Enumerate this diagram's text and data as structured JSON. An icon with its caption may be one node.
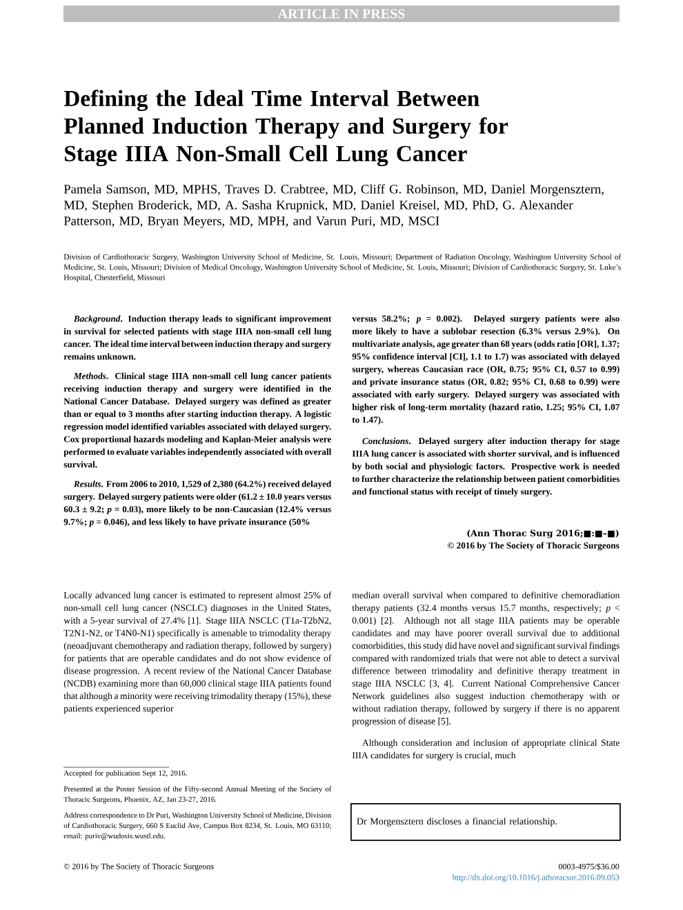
{
  "diagram": {
    "title": "Defining the Ideal Time Interval Between Planned Induction Therapy and Surgery for Stage IIIA Non-Small Cell Lung Cancer",
    "nodes": [
      {
        "text": [
          "Dr Morgensztern discloses a financial relationship."
        ]
      }
    ],
    "labels": [
      "ARTICLE IN PRESS",
      "Pamela Samson, MD, MPHS, Traves D. Crabtree, MD, Cliff G. Robinson, MD, Daniel Morgensztern, MD, Stephen Broderick, MD, A. Sasha Krupnick, MD, Daniel Kreisel, MD, PhD, G. Alexander Patterson, MD, Bryan Meyers, MD, MPH, and Varun Puri, MD, MSCI",
      "Division of Cardiothoracic Surgery, Washington University School of Medicine, St. Louis, Missouri; Department of Radiation Oncology, Washington University School of Medicine, St. Louis, Missouri; Division of Medical Oncology, Washington University School of Medicine, St. Louis, Missouri; Division of Cardiothoracic Surgery, St. Luke’s Hospital, Chesterfield, Missouri",
      "*Background*. Induction therapy leads to significant improvement in survival for selected patients with stage IIIA non-small cell lung cancer. The ideal time interval between induction therapy and surgery remains unknown.",
      "*Methods*. Clinical stage IIIA non-small cell lung cancer patients receiving induction therapy and surgery were identified in the National Cancer Database. Delayed surgery was defined as greater than or equal to 3 months after starting induction therapy. A logistic regression model identified variables associated with delayed surgery. Cox proportional hazards modeling and Kaplan-Meier analysis were performed to evaluate variables independently associated with overall survival.",
      "*Results*. From 2006 to 2010, 1,529 of 2,380 (64.2%) received delayed surgery. Delayed surgery patients were older (61.2 ± 10.0 years versus 60.3 ± 9.2; *p* = 0.03), more likely to be non-Caucasian (12.4% versus 9.7%; *p* = 0.046), and less likely to have private insurance (50%",
      "versus 58.2%; *p* = 0.002). Delayed surgery patients were also more likely to have a sublobar resection (6.3% versus 2.9%). On multivariate analysis, age greater than 68 years (odds ratio [OR], 1.37; 95% confidence interval [CI], 1.1 to 1.7) was associated with delayed surgery, whereas Caucasian race (OR, 0.75; 95% CI, 0.57 to 0.99) and private insurance status (OR, 0.82; 95% CI, 0.68 to 0.99) were associated with early surgery. Delayed surgery was associated with higher risk of long-term mortality (hazard ratio, 1.25; 95% CI, 1.07 to 1.47).",
      "*Conclusions*. Delayed surgery after induction therapy for stage IIIA lung cancer is associated with shorter survival, and is influenced by both social and physiologic factors. Prospective work is needed to further characterize the relationship between patient comorbidities and functional status with receipt of timely surgery.",
      "(Ann Thorac Surg 2016;■:■–■)",
      "© 2016 by The Society of Thoracic Surgeons",
      "Locally advanced lung cancer is estimated to represent almost 25% of non-small cell lung cancer (NSCLC) diagnoses in the United States, with a 5-year survival of 27.4% [1]. Stage IIIA NSCLC (T1a-T2bN2, T2N1-N2, or T4N0-N1) specifically is amenable to trimodality therapy (neoadjuvant chemotherapy and radiation therapy, followed by surgery) for patients that are operable candidates and do not show evidence of disease progression. A recent review of the National Cancer Database (NCDB) examining more than 60,000 clinical stage IIIA patients found that although a minority were receiving trimodality therapy (15%), these patients experienced superior",
      "median overall survival when compared to definitive chemoradiation therapy patients (32.4 months versus 15.7 months, respectively; *p* < 0.001) [2]. Although not all stage IIIA patients may be operable candidates and may have poorer overall survival due to additional comorbidities, this study did have novel and significant survival findings compared with randomized trials that were not able to detect a survival difference between trimodality and definitive therapy treatment in stage IIIA NSCLC [3, 4]. Current National Comprehensive Cancer Network guidelines also suggest induction chemotherapy with or without radiation therapy, followed by surgery if there is no apparent progression of disease [5].",
      "Although consideration and inclusion of appropriate clinical State IIIA candidates for surgery is crucial, much",
      "Accepted for publication Sept 12, 2016.",
      "Presented at the Poster Session of the Fifty-second Annual Meeting of the Society of Thoracic Surgeons, Phoenix, AZ, Jan 23-27, 2016.",
      "Address correspondence to Dr Puri, Washington University School of Medicine, Division of Cardiothoracic Surgery, 660 S Euclid Ave, Campus Box 8234, St. Louis, MO 63110; email: puriv@wudosis.wustl.edu.",
      "© 2016 by The Society of Thoracic Surgeons",
      "0003-4975/$36.00",
      "http://dx.doi.org/10.1016/j.athoracsur.2016.09.053"
    ]
  }
}
